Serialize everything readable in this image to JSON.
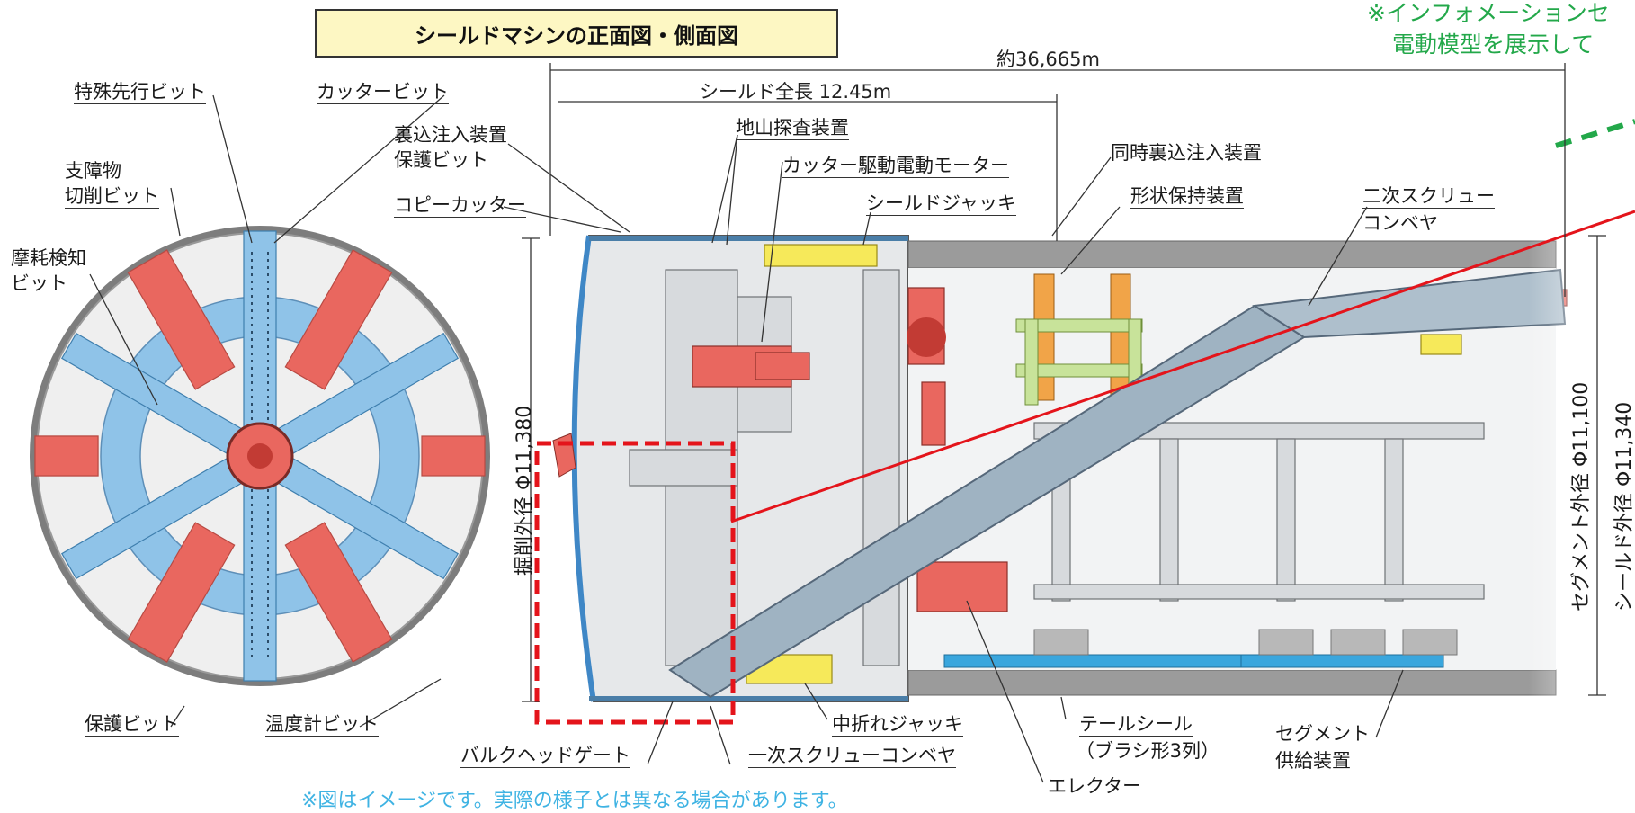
{
  "title": "シールドマシンの正面図・側面図",
  "notes": {
    "info_line1": "※インフォメーションセ",
    "info_line2": "電動模型を展示して",
    "disclaimer": "※図はイメージです。実際の様子とは異なる場合があります。"
  },
  "dimensions": {
    "overall": "約36,665m",
    "shield_length": "シールド全長 12.45m",
    "excavation_dia": "掘削外径 Φ11,380",
    "segment_dia": "セグメント外径 Φ11,100",
    "shield_dia": "シールド外径 Φ11,340"
  },
  "front_labels": {
    "special_bit": "特殊先行ビット",
    "cutter_bit": "カッタービット",
    "obstacle_bit_1": "支障物",
    "obstacle_bit_2": "切削ビット",
    "wear_bit_1": "摩耗検知",
    "wear_bit_2": "ビット",
    "protect_bit": "保護ビット",
    "thermo_bit": "温度計ビット"
  },
  "side_labels": {
    "backfill_protect_1": "裏込注入装置",
    "backfill_protect_2": "保護ビット",
    "copy_cutter": "コピーカッター",
    "ground_probe": "地山探査装置",
    "cutter_motor": "カッター駆動電動モーター",
    "shield_jack": "シールドジャッキ",
    "simul_backfill": "同時裏込注入装置",
    "shape_keeper": "形状保持装置",
    "second_screw_1": "二次スクリュー",
    "second_screw_2": "コンベヤ",
    "articulation_jack": "中折れジャッキ",
    "bulkhead_gate": "バルクヘッドゲート",
    "first_screw": "一次スクリューコンベヤ",
    "tail_seal_1": "テールシール",
    "tail_seal_2": "（ブラシ形3列）",
    "segment_feed_1": "セグメント",
    "segment_feed_2": "供給装置",
    "erector": "エレクター"
  },
  "colors": {
    "red_bit": "#e9675f",
    "blue_arm": "#8fc3e8",
    "steel": "#c9ced3",
    "yellow": "#f6e95a",
    "orange": "#f1a448",
    "green": "#c8e39a",
    "conveyor": "#9fb3c2",
    "note_green": "#23a84a",
    "note_blue": "#3fb3e3",
    "dash_red": "#e4141b"
  }
}
